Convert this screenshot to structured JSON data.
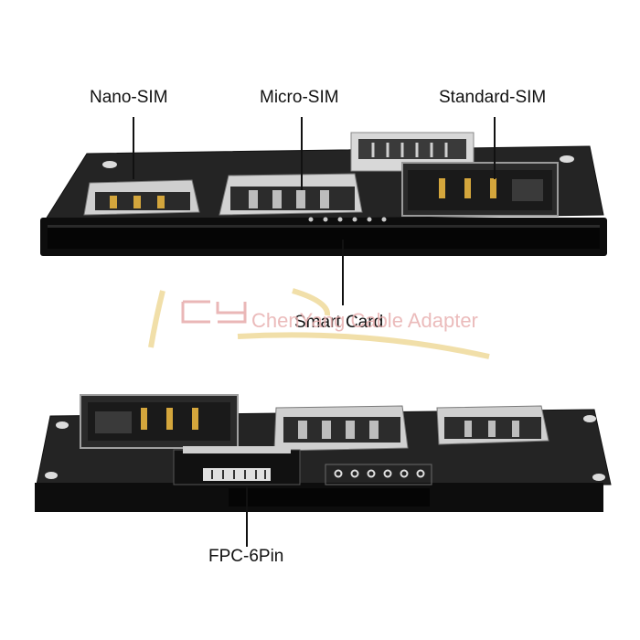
{
  "labels": {
    "nano_sim": "Nano-SIM",
    "micro_sim": "Micro-SIM",
    "standard_sim": "Standard-SIM",
    "smart_card": "Smart Card",
    "fpc_6pin": "FPC-6Pin"
  },
  "watermark": {
    "logo_text": "CY",
    "brand_text": "ChenYang Cable Adapter",
    "color": "#e8b0b0"
  },
  "colors": {
    "pcb": "#1e1e1e",
    "pcb_edge": "#0c0c0c",
    "metal": "#c8c8c8",
    "gold": "#d4a63c",
    "background": "#ffffff"
  }
}
